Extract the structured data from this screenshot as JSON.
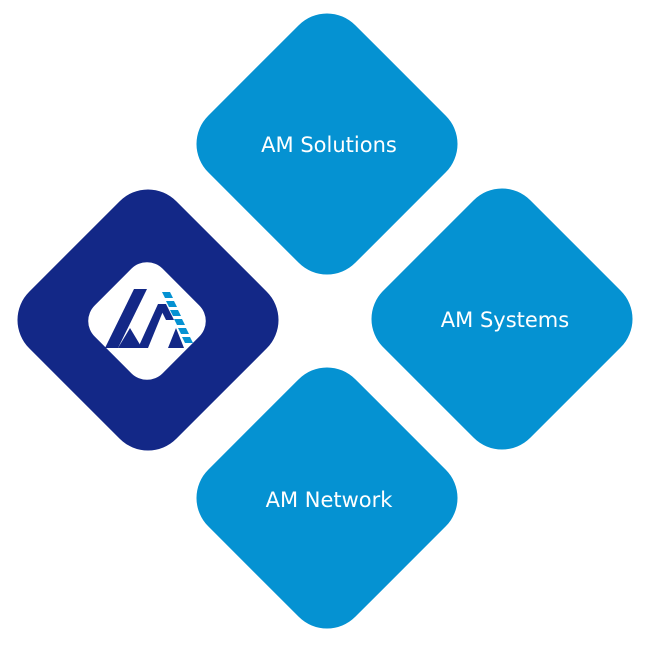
{
  "diagram": {
    "nodes": [
      {
        "id": "top",
        "label": "AM Solutions"
      },
      {
        "id": "right",
        "label": "AM Systems"
      },
      {
        "id": "bottom",
        "label": "AM Network"
      }
    ],
    "logo": {
      "icon": "am-logo-icon"
    }
  },
  "colors": {
    "tile_light": "#0592d2",
    "tile_dark": "#132887",
    "text": "#ffffff",
    "logo_badge": "#ffffff"
  }
}
